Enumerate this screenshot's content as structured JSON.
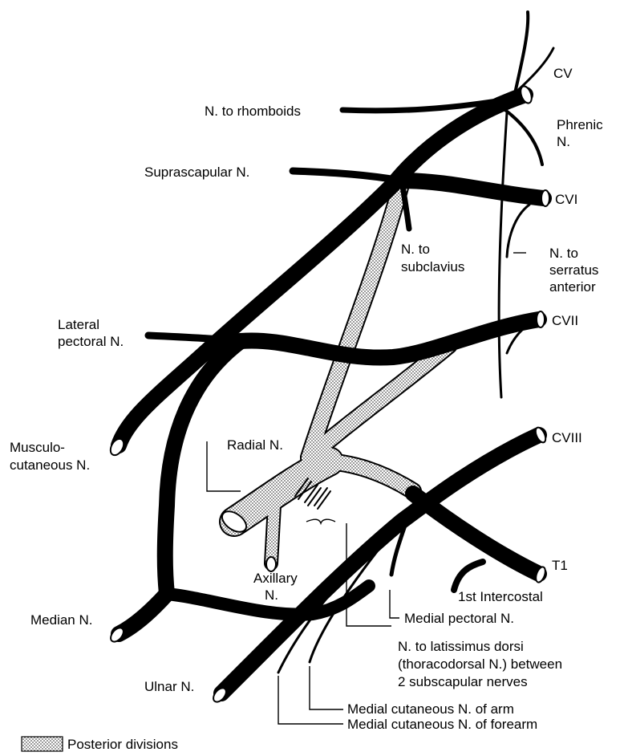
{
  "labels": {
    "cv": "CV",
    "phrenic": [
      "Phrenic",
      "N."
    ],
    "rhomboids": "N. to rhomboids",
    "suprascapular": "Suprascapular N.",
    "cvi": "CVI",
    "subclavius": [
      "N. to",
      "subclavius"
    ],
    "serratus": [
      "N. to",
      "serratus",
      "anterior"
    ],
    "lateral_pectoral": [
      "Lateral",
      "pectoral N."
    ],
    "cvii": "CVII",
    "musculocutaneous": [
      "Musculo-",
      "cutaneous N."
    ],
    "radial": "Radial N.",
    "cviii": "CVIII",
    "axillary": [
      "Axillary",
      "N."
    ],
    "t1": "T1",
    "first_intercostal": "1st Intercostal",
    "median": "Median N.",
    "medial_pectoral": "Medial pectoral N.",
    "latissimus": [
      "N. to latissimus dorsi",
      "(thoracodorsal N.) between",
      "2 subscapular nerves"
    ],
    "ulnar": "Ulnar N.",
    "cut_arm": "Medial cutaneous N. of arm",
    "cut_forearm": "Medial cutaneous N. of forearm"
  },
  "legend": {
    "label": "Posterior divisions"
  },
  "colors": {
    "nerve": "#000000",
    "posterior_fill": "#d4d4d4",
    "background": "#ffffff"
  }
}
